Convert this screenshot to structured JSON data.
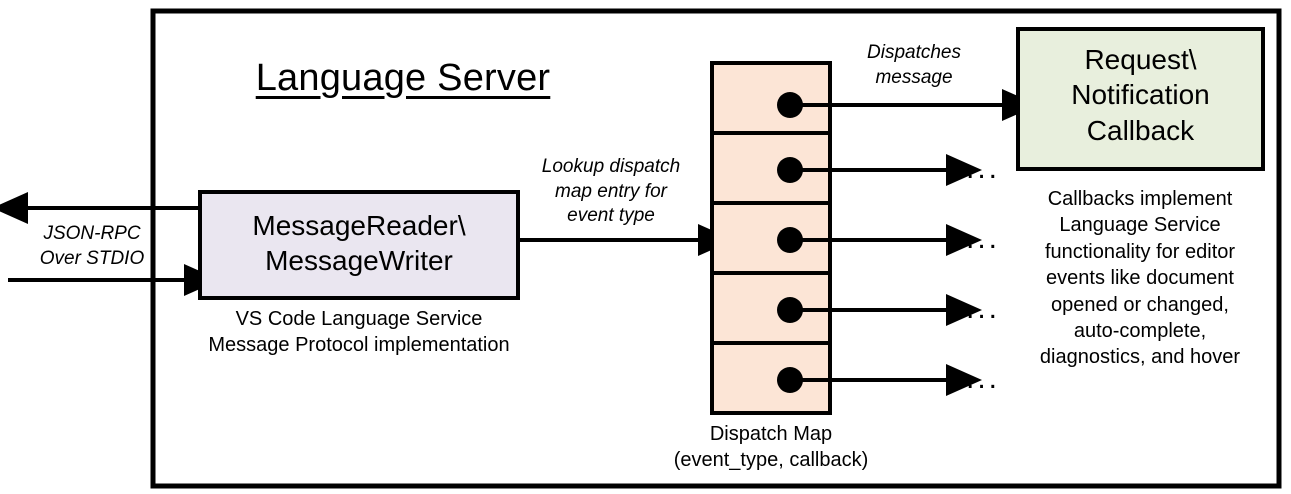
{
  "diagram": {
    "type": "block-flow",
    "title": "Language Server",
    "frame": {
      "stroke": "#000000",
      "fill": "#ffffff"
    },
    "external_io": {
      "label": "JSON-RPC\nOver STDIO",
      "outbound_arrow_direction": "left",
      "inbound_arrow_direction": "right"
    },
    "message_box": {
      "label": "MessageReader\\\nMessageWriter",
      "fill": "#EAE6F0",
      "stroke": "#000000",
      "caption": "VS Code Language Service\nMessage Protocol implementation"
    },
    "lookup_label": "Lookup dispatch\nmap entry for\nevent type",
    "dispatch_map": {
      "caption": "Dispatch Map\n(event_type, callback)",
      "fill": "#FCE5D6",
      "stroke": "#000000",
      "row_count": 5,
      "rows": [
        {
          "index": 1,
          "marker": "dot",
          "target": "callback-box"
        },
        {
          "index": 2,
          "marker": "dot",
          "target": "ellipsis"
        },
        {
          "index": 3,
          "marker": "dot",
          "target": "ellipsis"
        },
        {
          "index": 4,
          "marker": "dot",
          "target": "ellipsis"
        },
        {
          "index": 5,
          "marker": "dot",
          "target": "ellipsis"
        }
      ],
      "ellipsis_glyph": "..."
    },
    "dispatch_label": "Dispatches\nmessage",
    "callback_box": {
      "label": "Request\\\nNotification\nCallback",
      "fill": "#E8EFDD",
      "stroke": "#000000",
      "caption": "Callbacks implement\nLanguage Service\nfunctionality for editor\nevents like document\nopened or changed,\nauto-complete,\ndiagnostics, and hover"
    }
  }
}
